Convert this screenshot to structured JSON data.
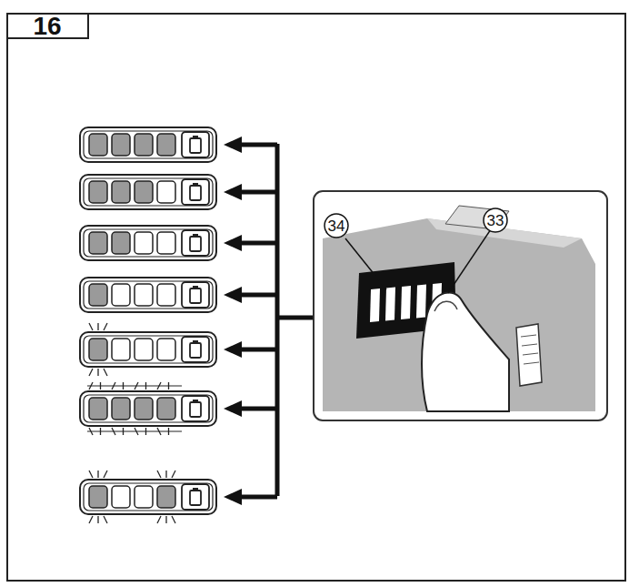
{
  "diagram": {
    "labels": [
      "16",
      "34",
      "33"
    ]
  }
}
